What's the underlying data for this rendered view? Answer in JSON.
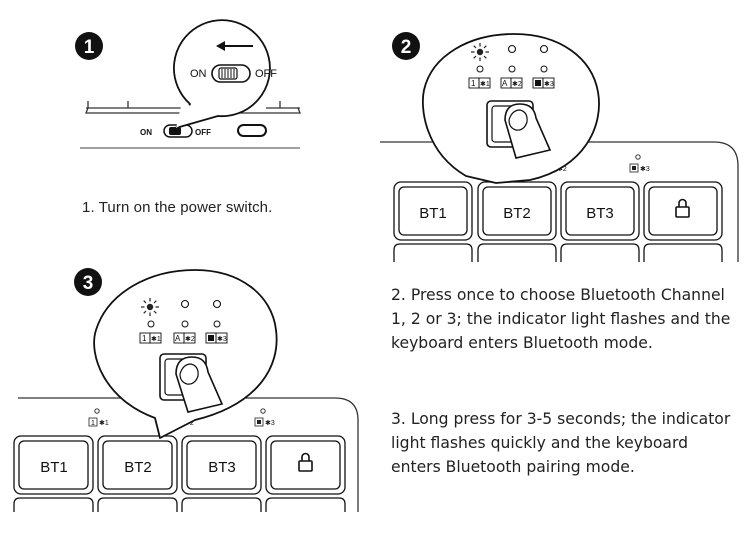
{
  "steps": [
    {
      "badge": "1",
      "switch_on": "ON",
      "switch_off": "OFF",
      "caption": "1. Turn on the power switch."
    },
    {
      "badge": "2",
      "indicator_labels": [
        "1",
        "A",
        ""
      ],
      "indicator_sublabels": [
        "✱",
        "✱2",
        "✱3"
      ],
      "keys": [
        "BT1",
        "BT2",
        "BT3"
      ],
      "caption": "2. Press once to choose Bluetooth Channel 1, 2 or 3; the indicator light flashes and the keyboard enters Bluetooth mode."
    },
    {
      "badge": "3",
      "keys": [
        "BT1",
        "BT2",
        "BT3"
      ],
      "caption": "3. Long press for 3-5 seconds; the indicator light flashes quickly and the keyboard enters Bluetooth pairing mode."
    }
  ]
}
